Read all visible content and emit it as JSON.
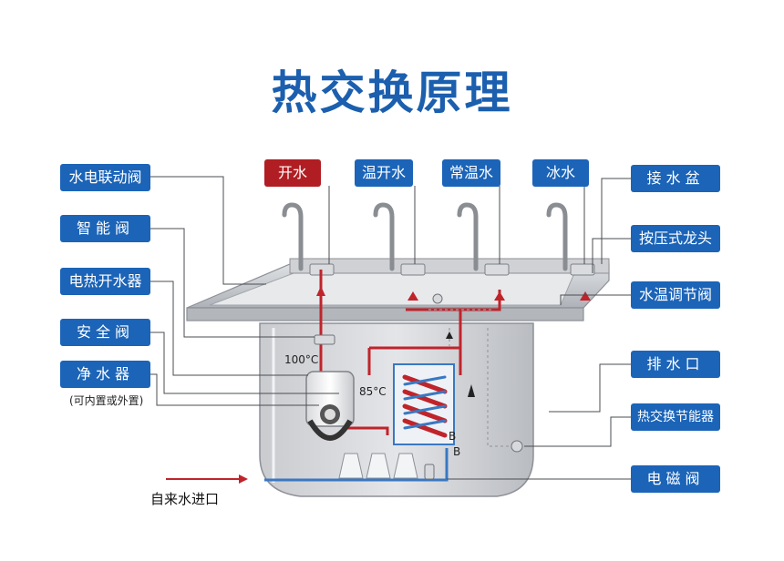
{
  "title": "热交换原理",
  "tap_labels": {
    "boiling": "开水",
    "warm": "温开水",
    "normal": "常温水",
    "ice": "冰水"
  },
  "left_labels": {
    "linked_valve": "水电联动阀",
    "smart_valve": "智能阀",
    "heater": "电热开水器",
    "safety_valve": "安全阀",
    "purifier": "净水器",
    "purifier_note": "(可内置或外置)"
  },
  "right_labels": {
    "basin": "接水盆",
    "press_tap": "按压式龙头",
    "temp_valve": "水温调节阀",
    "drain": "排水口",
    "heat_exchanger": "热交换节能器",
    "solenoid": "电磁阀"
  },
  "temps": {
    "t100": "100°C",
    "t85": "85°C"
  },
  "markers": {
    "b1": "B",
    "b2": "B"
  },
  "inlet": "自来水进口",
  "colors": {
    "brand_blue": "#1b64b8",
    "title_blue": "#1b5fae",
    "accent_red": "#b01e23",
    "hot_pipe": "#c0242b",
    "cold_pipe": "#3a78c2"
  }
}
